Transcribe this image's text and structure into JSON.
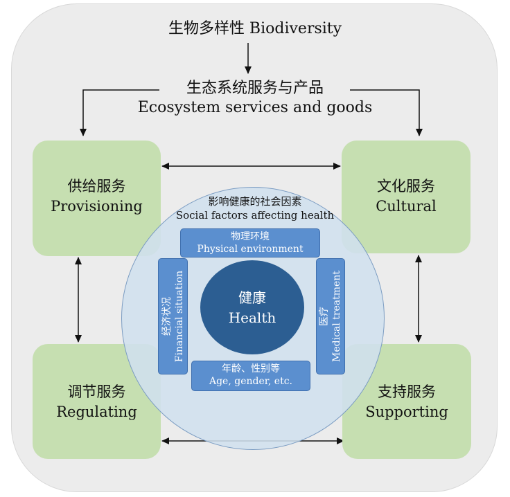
{
  "biodiversity": "生物多样性 Biodiversity",
  "ecosystem": {
    "zh": "生态系统服务与产品",
    "en": "Ecosystem services and goods"
  },
  "services": {
    "provisioning": {
      "zh": "供给服务",
      "en": "Provisioning"
    },
    "cultural": {
      "zh": "文化服务",
      "en": "Cultural"
    },
    "regulating": {
      "zh": "调节服务",
      "en": "Regulating"
    },
    "supporting": {
      "zh": "支持服务",
      "en": "Supporting"
    }
  },
  "social_factors": {
    "zh": "影响健康的社会因素",
    "en": "Social factors affecting health"
  },
  "factors": {
    "physical": {
      "zh": "物理环境",
      "en": "Physical environment"
    },
    "financial": {
      "zh": "经济状况",
      "en": "Financial situation"
    },
    "medical": {
      "zh": "医疗",
      "en": "Medical treatment"
    },
    "age": {
      "zh": "年龄、性别等",
      "en": "Age, gender, etc."
    }
  },
  "health": {
    "zh": "健康",
    "en": "Health"
  },
  "colors": {
    "frame": "#ececec",
    "service_box": "#c6dfb1",
    "outer_circle": "#d0e0ee",
    "factor_tile": "#5b8fcf",
    "health_core": "#2c5e92"
  }
}
